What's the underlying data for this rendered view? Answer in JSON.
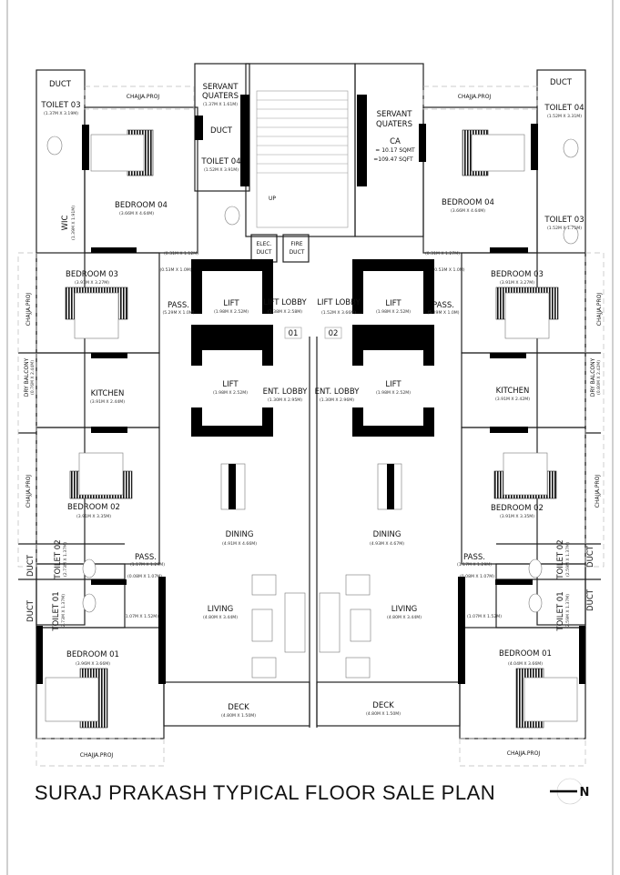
{
  "title": "SURAJ PRAKASH TYPICAL FLOOR SALE PLAN",
  "north_label": "N",
  "core": {
    "up": "UP",
    "elec_duct": [
      "ELEC.",
      "DUCT"
    ],
    "fire_duct": [
      "FIRE",
      "DUCT"
    ],
    "flat_01": "01",
    "flat_02": "02"
  },
  "left_unit": {
    "duct_top": "DUCT",
    "toilet_03": {
      "name": "TOILET 03",
      "size": "(1.37M X 3.19M)"
    },
    "chajja_top": "CHAJJA.PROJ",
    "servant_quaters": {
      "name": [
        "SERVANT",
        "QUATERS"
      ],
      "size": "(1.37M X 1.61M)"
    },
    "duct_servant": "DUCT",
    "toilet_04": {
      "name": "TOILET 04",
      "size": "(1.52M X 3.91M)"
    },
    "bedroom_04": {
      "name": "BEDROOM 04",
      "size": "(3.66M X 4.64M)"
    },
    "wic": {
      "name": "WIC",
      "size": "(1.39M X 1.91M)"
    },
    "dim_a": "(0.31M X 1.12M)",
    "dim_b": "(0.53M X 1.0M)",
    "bedroom_03": {
      "name": "BEDROOM 03",
      "size": "(3.91M X 3.27M)"
    },
    "chajja_side_1": "CHAJJA.PROJ",
    "pass_1": {
      "name": "PASS.",
      "size": "(5.29M X 1.0M)"
    },
    "lift_1": {
      "name": "LIFT",
      "size": "(1.98M X 2.52M)"
    },
    "lift_lobby": {
      "name": "LIFT LOBBY",
      "size": "(1.38M X 2.58M)"
    },
    "kitchen": {
      "name": "KITCHEN",
      "size": "(3.91M X 2.44M)"
    },
    "dry_balcony": {
      "name": "DRY BALCONY",
      "size": "(0.76M X 2.44M)"
    },
    "lift_2": {
      "name": "LIFT",
      "size": "(1.98M X 2.52M)"
    },
    "ent_lobby": {
      "name": "ENT. LOBBY",
      "size": "(1.30M X 2.95M)"
    },
    "bedroom_02": {
      "name": "BEDROOM 02",
      "size": "(3.91M X 3.35M)"
    },
    "chajja_side_2": "CHAJJA.PROJ",
    "dining": {
      "name": "DINING",
      "size": "(4.91M X 4.66M)"
    },
    "duct_2": "DUCT",
    "toilet_02": {
      "name": "TOILET 02",
      "size": "(2.73M X 1.37M)"
    },
    "pass_2": {
      "name": "PASS.",
      "size": "(1.17M X 1.29M)"
    },
    "dim_c": "(0.08M X 1.07M)",
    "duct_1": "DUCT",
    "toilet_01": {
      "name": "TOILET 01",
      "size": "(2.73M X 1.37M)"
    },
    "dim_d": "(1.07M X 1.52M)",
    "living": {
      "name": "LIVING",
      "size": "(4.80M X 3.44M)"
    },
    "bedroom_01": {
      "name": "BEDROOM 01",
      "size": "(3.96M X 3.66M)"
    },
    "deck": {
      "name": "DECK",
      "size": "(4.80M X 1.50M)"
    },
    "chajja_bottom": "CHAJJA.PROJ"
  },
  "right_unit": {
    "duct_top": "DUCT",
    "toilet_04": {
      "name": "TOILET 04",
      "size": "(1.52M X 3.31M)"
    },
    "chajja_top": "CHAJJA.PROJ",
    "servant_quaters": {
      "name": [
        "SERVANT",
        "QUATERS"
      ]
    },
    "carpet_area": {
      "label": "CA",
      "sqmt": "= 10.17 SQMT",
      "sqft": "=109.47 SQFT"
    },
    "bedroom_04": {
      "name": "BEDROOM 04",
      "size": "(3.66M X 4.64M)"
    },
    "toilet_03": {
      "name": "TOILET 03",
      "size": "(1.52M X 1.71M)"
    },
    "dim_a": "(0.31M X 1.27M)",
    "dim_b": "(0.53M X 1.0M)",
    "bedroom_03": {
      "name": "BEDROOM 03",
      "size": "(3.91M X 3.27M)"
    },
    "chajja_side_1": "CHAJJA.PROJ",
    "lift_lobby": {
      "name": "LIFT LOBBY",
      "size": "(1.52M X 3.66M)"
    },
    "lift_1": {
      "name": "LIFT",
      "size": "(1.98M X 2.52M)"
    },
    "pass_1": {
      "name": "PASS.",
      "size": "(5.29M X 1.0M)"
    },
    "ent_lobby": {
      "name": "ENT. LOBBY",
      "size": "(1.30M X 2.96M)"
    },
    "lift_2": {
      "name": "LIFT",
      "size": "(1.98M X 2.52M)"
    },
    "kitchen": {
      "name": "KITCHEN",
      "size": "(3.91M X 2.42M)"
    },
    "dry_balcony": {
      "name": "DRY BALCONY",
      "size": "(0.80M X 2.42M)"
    },
    "chajja_side_2": "CHAJJA.PROJ",
    "bedroom_02": {
      "name": "BEDROOM 02",
      "size": "(3.91M X 3.35M)"
    },
    "dining": {
      "name": "DINING",
      "size": "(4.93M X 4.67M)"
    },
    "pass_2": {
      "name": "PASS.",
      "size": "(1.17M X 1.29M)"
    },
    "dim_c": "(0.08M X 1.07M)",
    "toilet_02": {
      "name": "TOILET 02",
      "size": "(2.59M X 1.37M)"
    },
    "duct_2": "DUCT",
    "toilet_01": {
      "name": "TOILET 01",
      "size": "(2.59M X 1.37M)"
    },
    "duct_1": "DUCT",
    "dim_d": "(1.07M X 1.52M)",
    "living": {
      "name": "LIVING",
      "size": "(4.80M X 3.44M)"
    },
    "bedroom_01": {
      "name": "BEDROOM 01",
      "size": "(4.04M X 3.66M)"
    },
    "deck": {
      "name": "DECK",
      "size": "(4.80M X 1.50M)"
    },
    "chajja_bottom": "CHAJJA.PROJ"
  }
}
